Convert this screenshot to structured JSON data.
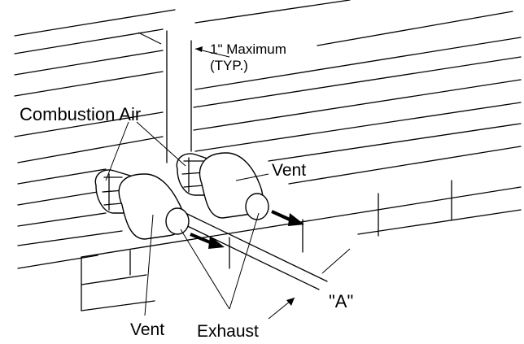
{
  "labels": {
    "max_clearance": "1\" Maximum",
    "typ": "(TYP.)",
    "combustion_air": "Combustion Air",
    "vent_right": "Vent",
    "vent_left": "Vent",
    "exhaust": "Exhaust",
    "dimension_a": "\"A\""
  },
  "colors": {
    "line": "#000000",
    "background": "#ffffff"
  }
}
